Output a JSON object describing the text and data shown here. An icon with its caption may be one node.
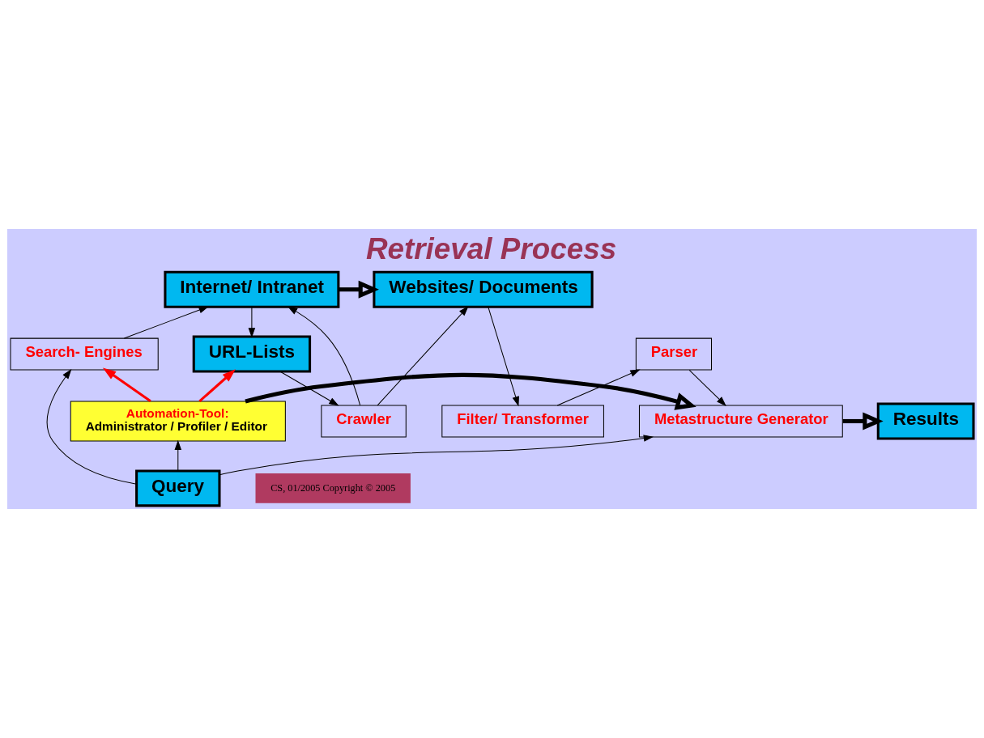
{
  "diagram": {
    "title": "Retrieval Process",
    "nodes": [
      {
        "text": [
          "Internet/ Intranet"
        ]
      },
      {
        "text": [
          "Websites/ Documents"
        ]
      },
      {
        "text": [
          "Crawler"
        ]
      },
      {
        "text": [
          "Filter/ Transformer"
        ]
      },
      {
        "text": [
          "Search- Engines"
        ]
      },
      {
        "text": [
          "URL-Lists"
        ]
      },
      {
        "text": [
          "Parser"
        ]
      },
      {
        "text": [
          "Automation-Tool:",
          "Administrator / Profiler / Editor"
        ]
      },
      {
        "text": [
          "Metastructure Generator"
        ]
      },
      {
        "text": [
          "Results"
        ]
      },
      {
        "text": [
          "Query"
        ]
      }
    ],
    "edges": [
      {
        "from": 0,
        "to": 1,
        "arrow": "to",
        "style": "thick"
      },
      {
        "from": 2,
        "to": 0,
        "arrow": "to"
      },
      {
        "from": 2,
        "to": 1,
        "arrow": "to"
      },
      {
        "from": 0,
        "to": 5,
        "arrow": "to"
      },
      {
        "from": 5,
        "to": 2,
        "arrow": "to"
      },
      {
        "from": 1,
        "to": 3,
        "arrow": "to"
      },
      {
        "from": 3,
        "to": 6,
        "arrow": "to"
      },
      {
        "from": 6,
        "to": 8,
        "arrow": "to"
      },
      {
        "from": 4,
        "to": 0,
        "arrow": "to"
      },
      {
        "from": 7,
        "to": 4,
        "arrow": "to",
        "style": "thick",
        "color": "#ff0000"
      },
      {
        "from": 7,
        "to": 5,
        "arrow": "to",
        "style": "thick",
        "color": "#ff0000"
      },
      {
        "from": 7,
        "to": 8,
        "arrow": "to",
        "style": "thick"
      },
      {
        "from": 8,
        "to": 9,
        "arrow": "to",
        "style": "thick"
      },
      {
        "from": 10,
        "to": 4,
        "arrow": "to"
      },
      {
        "from": 10,
        "to": 7,
        "arrow": "to"
      },
      {
        "from": 10,
        "to": 8,
        "arrow": "to"
      }
    ],
    "labels": [
      "CS, 01/2005 Copyright © 2005"
    ]
  }
}
